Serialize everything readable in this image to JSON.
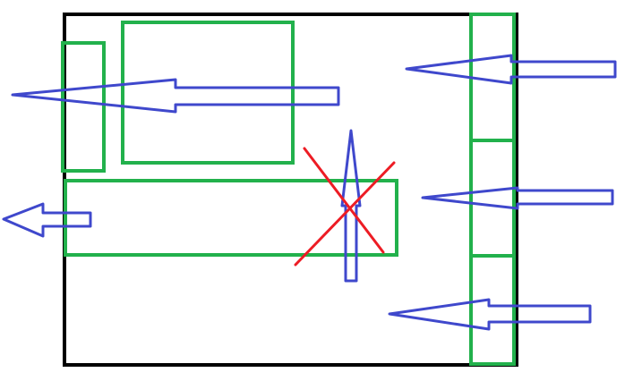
{
  "diagram": {
    "colors": {
      "background": "#ffffff",
      "frame": "#000000",
      "region": "#22b14c",
      "arrow": "#3f48cc",
      "cross": "#ed1c24"
    },
    "elements": {
      "outer_frame": "rectangle",
      "regions": [
        "left-strip",
        "top-panel",
        "middle-bar",
        "right-column"
      ],
      "arrows": [
        "left-out-top",
        "left-out-middle",
        "up-into-middle-bar",
        "right-in-top",
        "right-in-middle",
        "right-in-bottom"
      ],
      "crossed_out": "up-into-middle-bar"
    }
  }
}
